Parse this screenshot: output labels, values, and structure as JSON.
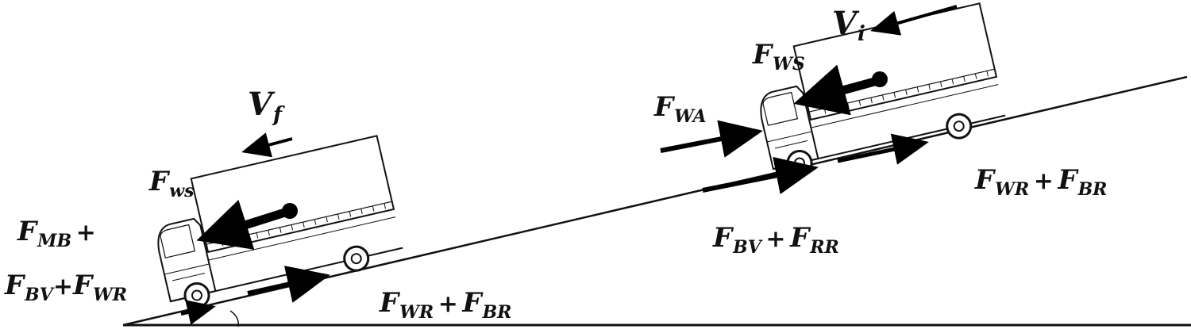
{
  "labels": {
    "vf": {
      "main": "V",
      "sub": "f"
    },
    "vi": {
      "main": "V",
      "sub": "i"
    },
    "fws_lower": {
      "main": "F",
      "sub": "ws"
    },
    "fws_upper": {
      "main": "F",
      "sub": "WS"
    },
    "fwa": {
      "main": "F",
      "sub": "WA"
    },
    "fmb": {
      "main": "F",
      "sub": "MB",
      "op": "+"
    },
    "fbv_fwr": {
      "a_main": "F",
      "a_sub": "BV",
      "op": "+",
      "b_main": "F",
      "b_sub": "WR"
    },
    "fwr_fbr_lower": {
      "a_main": "F",
      "a_sub": "WR",
      "op": "+",
      "b_main": "F",
      "b_sub": "BR"
    },
    "fbv_frr": {
      "a_main": "F",
      "a_sub": "BV",
      "op": "+",
      "b_main": "F",
      "b_sub": "RR"
    },
    "fwr_fbr_upper": {
      "a_main": "F",
      "a_sub": "WR",
      "op": "+",
      "b_main": "F",
      "b_sub": "BR"
    }
  },
  "colors": {
    "ink": "#111111",
    "truck_fill": "#ffffff",
    "arrow": "#000000"
  }
}
